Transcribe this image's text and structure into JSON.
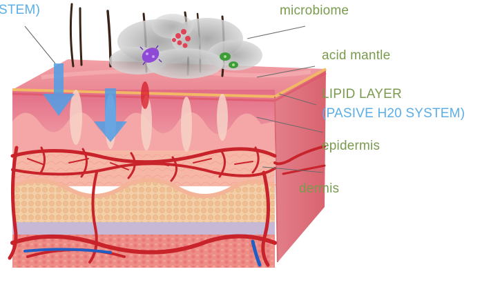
{
  "labels": {
    "system_cut": "STEM)",
    "microbiome": "microbiome",
    "acid_mantle": "acid mantle",
    "lipid_layer": "LIPID LAYER",
    "pasive_system": "(PASIVE H20 SYSTEM)",
    "epidermis": "epidermis",
    "dermis": "dermis"
  },
  "colors": {
    "label_green": "#7a9a4e",
    "label_blue": "#5aaee8",
    "arrow_blue": "#4f9fe6",
    "stratum": "#e37f8e",
    "lipid_line": "#f2b866",
    "dermis_pink": "#f6b0a3",
    "fat_tan": "#f1c9a2",
    "vessel_red": "#c8222b",
    "vein_blue": "#1f5fc4",
    "cloud_gray": "#b4b4b4"
  },
  "microbes": [
    "bacteria-cluster-icon",
    "virus-icon",
    "cocci-icon"
  ]
}
